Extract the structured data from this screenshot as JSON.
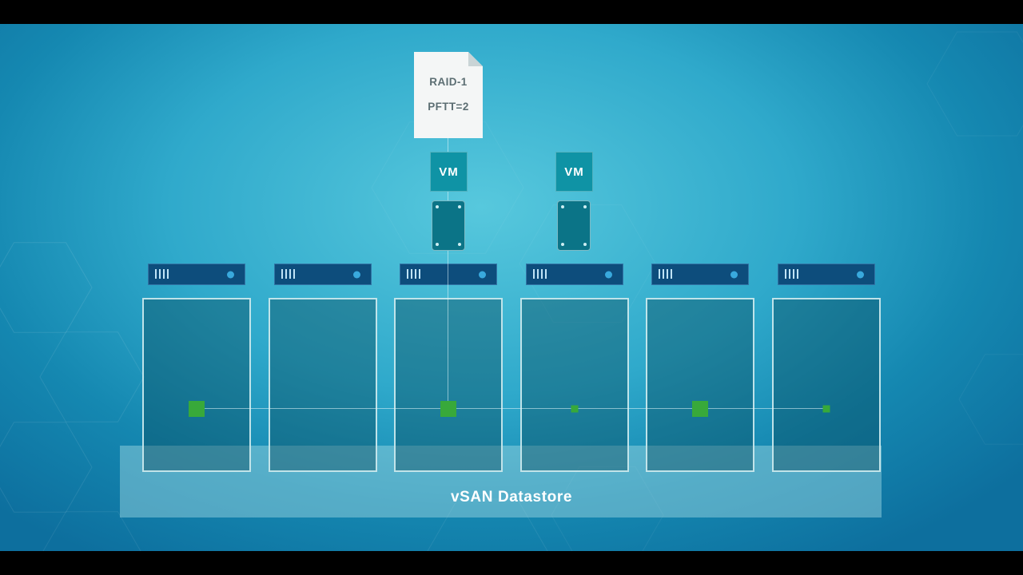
{
  "scene": {
    "title": "vSAN object placement diagram"
  },
  "policy_document": {
    "lines": [
      "RAID-1",
      "PFTT=2"
    ]
  },
  "vms": [
    {
      "label": "VM"
    },
    {
      "label": "VM"
    }
  ],
  "hosts": [
    {
      "id": "host-1",
      "icon": "server-chassis-icon",
      "component": "large"
    },
    {
      "id": "host-2",
      "icon": "server-chassis-icon",
      "component": "none"
    },
    {
      "id": "host-3",
      "icon": "server-chassis-icon",
      "component": "large"
    },
    {
      "id": "host-4",
      "icon": "server-chassis-icon",
      "component": "small"
    },
    {
      "id": "host-5",
      "icon": "server-chassis-icon",
      "component": "large"
    },
    {
      "id": "host-6",
      "icon": "server-chassis-icon",
      "component": "small"
    }
  ],
  "datastore": {
    "label": "vSAN Datastore"
  },
  "icons": {
    "document": "policy-document-icon",
    "vm": "vm-icon",
    "disk": "vmdk-disk-icon",
    "server": "server-chassis-icon",
    "led": "server-led-icon"
  },
  "colors": {
    "background_center": "#57c8dd",
    "background_mid": "#2fa9cb",
    "background_edge": "#0d6f9e",
    "host_server_bar": "#0d4d7c",
    "server_led": "#39a9dd",
    "server_vents": "#bfe3f6",
    "host_rect_fill": "rgba(7,70,88,0.40)",
    "host_rect_border": "rgba(210,238,242,0.90)",
    "component_green": "#38a93a",
    "datastore_fill": "rgba(165,220,228,0.45)",
    "vm_fill": "#0f93a5",
    "vmdk_fill": "#0b7487",
    "document_fill": "#f4f6f6",
    "document_fold": "#c9d4d6",
    "document_text": "#5c6e73",
    "connector_line": "rgba(226,246,250,0.55)",
    "label_text": "#ffffff"
  }
}
